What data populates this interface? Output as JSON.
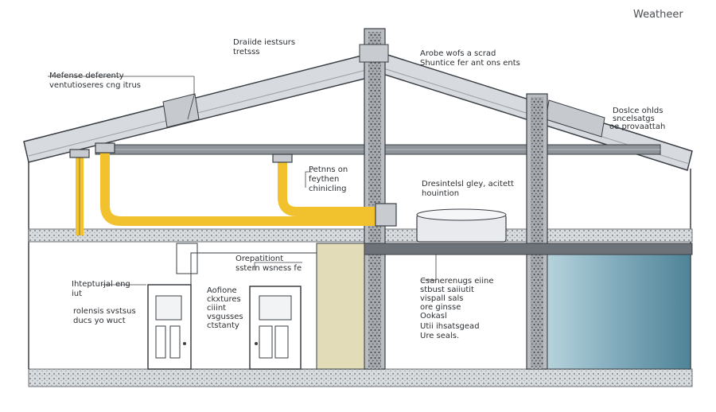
{
  "brand": "Weatheer",
  "labels": {
    "top_center": [
      "Draiide iestsurs",
      "tretsss"
    ],
    "top_right": [
      "Arobe wofs a scrad",
      "Shuntice fer ant ons ents"
    ],
    "left_upper": [
      "Mefense deferenty",
      "ventutioseres cng itrus"
    ],
    "right_roof": [
      "Doslce ohlds",
      "sncelsatgs",
      "oe provaattah"
    ],
    "center_mid": [
      "Petnns on",
      "feythen",
      "chinicling"
    ],
    "right_mid": [
      "Dresintelsl gley, acitett",
      "houintion"
    ],
    "center_low": [
      "Orepatitiont",
      "sstern wsness fe"
    ],
    "left_low_a": [
      "Ihtepturjal eng",
      "iut"
    ],
    "left_low_b": [
      "rolensis svstsus",
      "ducs yo wuct"
    ],
    "center_low_b": [
      "Aofione",
      "ckxtures",
      "ciiint",
      "vsgusses",
      "ctstanty"
    ],
    "right_low": [
      "Csanerenugs eiine",
      "stbust saiiutit",
      "vispall sals",
      "ore ginsse",
      "Ookasl",
      "Utii ihsatsgead",
      "Ure seals."
    ]
  },
  "colors": {
    "duct": "#f2c12e",
    "beam": "#8e949a",
    "roof": "#d7dade",
    "insulation": "#c9ccd0",
    "wall_panel": "#e3dcb8",
    "water": "#5f93a6",
    "line": "#3a3f45"
  },
  "icons": [
    "door-icon",
    "door-icon"
  ]
}
